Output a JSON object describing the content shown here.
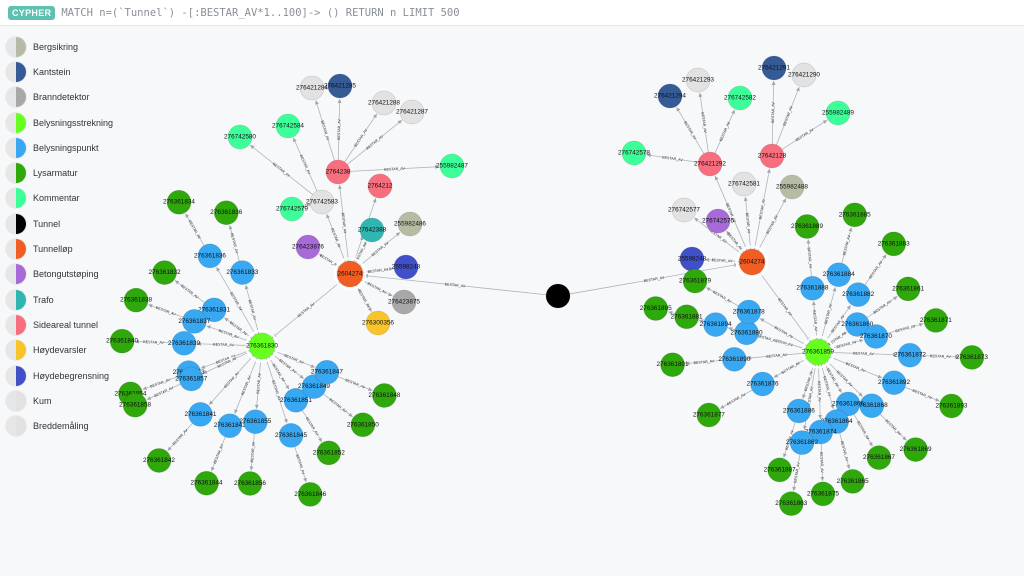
{
  "query": {
    "badge": "CYPHER",
    "text": "MATCH n=(`Tunnel`) -[:BESTAR_AV*1..100]-> () RETURN n LIMIT 500"
  },
  "legend": [
    {
      "label": "Bergsikring",
      "color": "#b6bca4"
    },
    {
      "label": "Kantstein",
      "color": "#355a96"
    },
    {
      "label": "Branndetektor",
      "color": "#a8a8a8"
    },
    {
      "label": "Belysningsstrekning",
      "color": "#66ff1f"
    },
    {
      "label": "Belysningspunkt",
      "color": "#38a8f2"
    },
    {
      "label": "Lysarmatur",
      "color": "#2ea80a"
    },
    {
      "label": "Kommentar",
      "color": "#3dff99"
    },
    {
      "label": "Tunnel",
      "color": "#000000"
    },
    {
      "label": "Tunnelløp",
      "color": "#f15d22"
    },
    {
      "label": "Betongutstøping",
      "color": "#a86ad6"
    },
    {
      "label": "Trafo",
      "color": "#2fb6b0"
    },
    {
      "label": "Sideareal tunnel",
      "color": "#f76e7e"
    },
    {
      "label": "Høydevarsler",
      "color": "#f8c42a"
    },
    {
      "label": "Høydebegrensning",
      "color": "#4150c8"
    },
    {
      "label": "Kum",
      "color": "#e2e2e2"
    },
    {
      "label": "Breddemåling",
      "color": "#e2e2e2"
    }
  ],
  "relationship_label": "BESTAR_AV",
  "graph": {
    "tunnel": {
      "id": "",
      "type": "Tunnel"
    },
    "branches": [
      {
        "tunnellop": "2604274",
        "direct": [
          {
            "id": "2764238",
            "type": "Sideareal tunnel"
          },
          {
            "id": "2764212",
            "type": "Sideareal tunnel"
          },
          {
            "id": "276742583",
            "type": "Kum"
          },
          {
            "id": "27642388",
            "type": "Trafo"
          },
          {
            "id": "276423876",
            "type": "Betongutstøping"
          },
          {
            "id": "255982486",
            "type": "Bergsikring"
          },
          {
            "id": "25598248",
            "type": "Høydebegrensning"
          },
          {
            "id": "276423875",
            "type": "Branndetektor"
          },
          {
            "id": "276300356",
            "type": "Høydevarsler"
          }
        ],
        "sideareal_children": [
          [
            "276742580",
            "276742579",
            "276742584"
          ],
          [
            "276421285",
            "276421284",
            "276421288",
            "276421287",
            "255982487"
          ]
        ],
        "belysningsstrekning": "276361830",
        "punkter": [
          {
            "id": "276361836",
            "armatur": "276361834"
          },
          {
            "id": "276361833",
            "armatur": "276361836"
          },
          {
            "id": "276361831",
            "armatur": "276361832"
          },
          {
            "id": "276361837",
            "armatur": "276361838"
          },
          {
            "id": "276361839",
            "armatur": "276361840"
          },
          {
            "id": "276361853",
            "armatur": "276361854"
          },
          {
            "id": "276361857",
            "armatur": "276361858"
          },
          {
            "id": "276361841",
            "armatur": "276361842"
          },
          {
            "id": "276361843",
            "armatur": "276361844"
          },
          {
            "id": "276361855",
            "armatur": "276361856"
          },
          {
            "id": "276361845",
            "armatur": "276361846"
          },
          {
            "id": "276361851",
            "armatur": "276361852"
          },
          {
            "id": "276361849",
            "armatur": "276361850"
          },
          {
            "id": "276361847",
            "armatur": "276361848"
          }
        ]
      },
      {
        "tunnellop": "2604274",
        "direct": [
          {
            "id": "276421292",
            "type": "Sideareal tunnel"
          },
          {
            "id": "27642128",
            "type": "Sideareal tunnel"
          },
          {
            "id": "276742581",
            "type": "Kum"
          },
          {
            "id": "255982488",
            "type": "Bergsikring"
          },
          {
            "id": "276742577",
            "type": "Kum"
          },
          {
            "id": "276742576",
            "type": "Betongutstøping"
          },
          {
            "id": "25598248",
            "type": "Høydebegrensning"
          }
        ],
        "sideareal_children": [
          [
            "276421293",
            "276421294",
            "276742582",
            "276742578"
          ],
          [
            "276421291",
            "276421290",
            "255982489"
          ]
        ],
        "belysningsstrekning": "276361859",
        "punkter": [
          {
            "id": "276361888",
            "armatur": "276361889"
          },
          {
            "id": "276361884",
            "armatur": "276361885"
          },
          {
            "id": "276361882",
            "armatur": "276361883"
          },
          {
            "id": "276361860",
            "armatur": "276361861"
          },
          {
            "id": "276361870",
            "armatur": "276361871"
          },
          {
            "id": "276361872",
            "armatur": "276361873"
          },
          {
            "id": "276361892",
            "armatur": "276361893"
          },
          {
            "id": "276361868",
            "armatur": "276361869"
          },
          {
            "id": "276361866",
            "armatur": "276361867"
          },
          {
            "id": "276361864",
            "armatur": "276361865"
          },
          {
            "id": "276361874",
            "armatur": "276361875"
          },
          {
            "id": "276361862",
            "armatur": "276361863"
          },
          {
            "id": "276361886",
            "armatur": "276361887"
          },
          {
            "id": "276361876",
            "armatur": "276361877"
          },
          {
            "id": "276361890",
            "armatur": "276361891"
          },
          {
            "id": "276361880",
            "armatur": "276361881"
          },
          {
            "id": "276361878",
            "armatur": "276361879"
          },
          {
            "id": "276361894",
            "armatur": "276361895"
          }
        ]
      }
    ]
  }
}
